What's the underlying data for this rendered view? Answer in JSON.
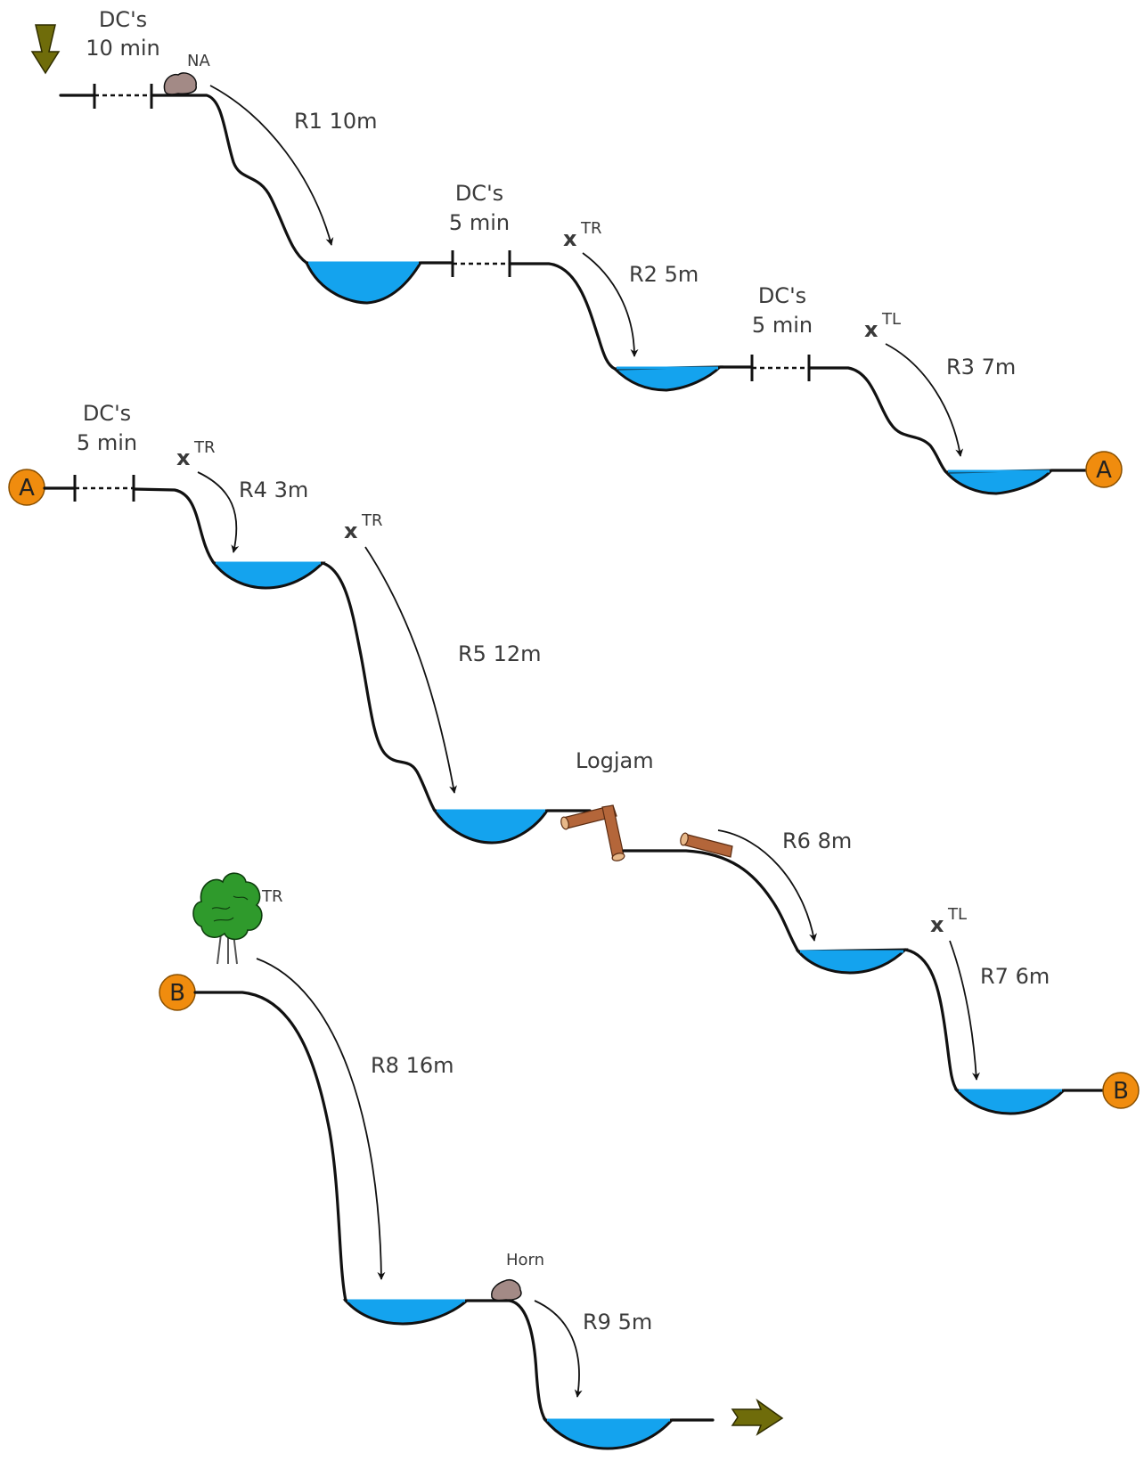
{
  "start_arrow_icon": "down-arrow-olive",
  "end_arrow_icon": "right-arrow-olive",
  "colors": {
    "water": "#14a3ee",
    "connector": "#f08c0e",
    "arrow": "#6f6c0a",
    "rock": "#a38a86",
    "log": "#b4663a",
    "tree": "#2e8b2e"
  },
  "segments": [
    {
      "dc": [
        "DC's",
        "10 min"
      ],
      "anchor": "NA",
      "rappel": "R1 10m"
    },
    {
      "dc": [
        "DC's",
        "5 min"
      ],
      "anchor_mark": "x",
      "anchor": "TR",
      "rappel": "R2 5m"
    },
    {
      "dc": [
        "DC's",
        "5 min"
      ],
      "anchor_mark": "x",
      "anchor": "TL",
      "rappel": "R3 7m"
    },
    {
      "dc": [
        "DC's",
        "5 min"
      ],
      "anchor_mark": "x",
      "anchor": "TR",
      "rappel": "R4 3m"
    },
    {
      "anchor_mark": "x",
      "anchor": "TR",
      "rappel": "R5 12m"
    },
    {
      "obstacle": "Logjam",
      "rappel": "R6 8m"
    },
    {
      "anchor_mark": "x",
      "anchor": "TL",
      "rappel": "R7 6m"
    },
    {
      "anchor": "TR",
      "rappel": "R8 16m"
    },
    {
      "anchor": "Horn",
      "rappel": "R9 5m"
    }
  ],
  "connectors": [
    "A",
    "B"
  ]
}
